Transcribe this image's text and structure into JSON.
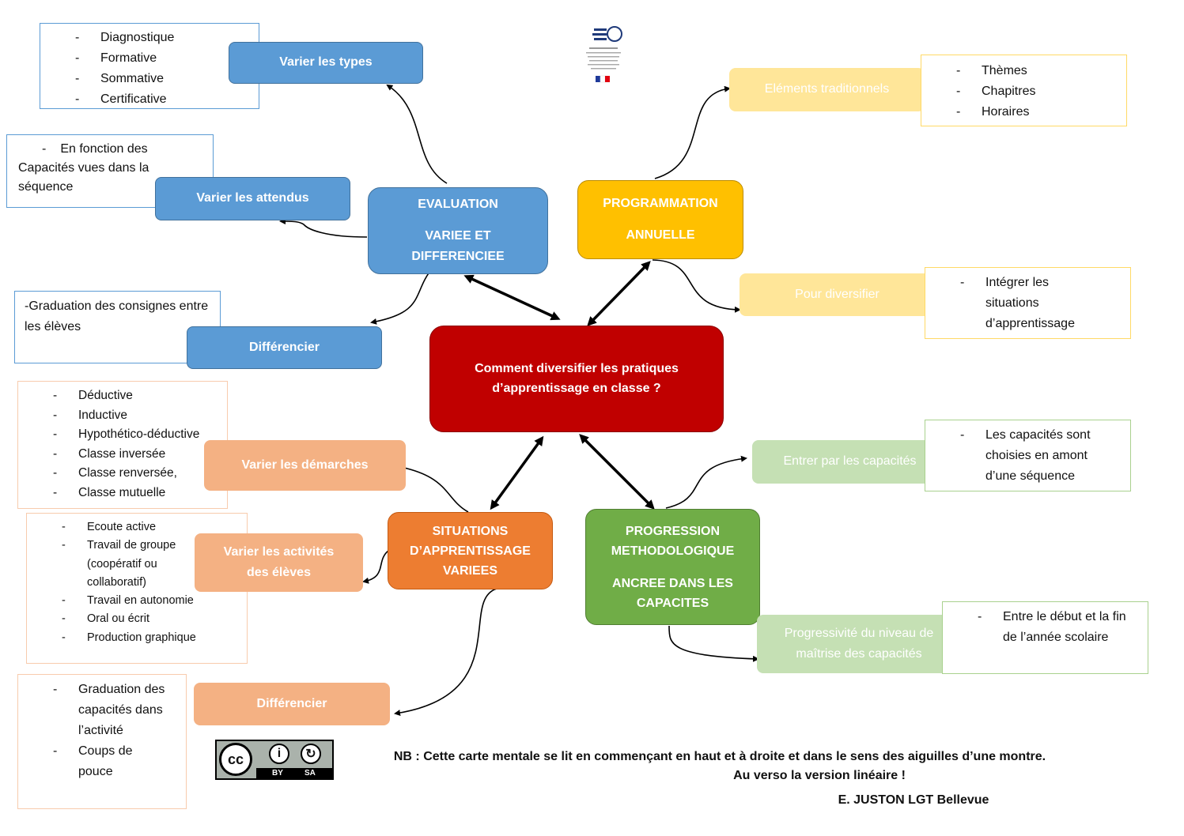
{
  "center": "Comment diversifier les pratiques d’apprentissage en classe ?",
  "evaluation": {
    "title_line1": "EVALUATION",
    "title_line2": "VARIEE ET DIFFERENCIEE",
    "branch1": "Varier les types",
    "branch2": "Varier les attendus",
    "branch3": "Différencier",
    "note1": [
      "Diagnostique",
      "Formative",
      "Sommative",
      "Certificative"
    ],
    "note2_bullet": "-",
    "note2": "En fonction des Capacités vues dans la séquence",
    "note3": "-Graduation des consignes entre les élèves"
  },
  "programmation": {
    "title_line1": "PROGRAMMATION",
    "title_line2": "ANNUELLE",
    "branch1": "Eléments traditionnels",
    "branch2": "Pour diversifier",
    "note1": [
      "Thèmes",
      "Chapitres",
      "Horaires"
    ],
    "note2": [
      "Intégrer les situations d’apprentissage"
    ]
  },
  "progression": {
    "title_line1": "PROGRESSION METHODOLOGIQUE",
    "title_line2": "ANCREE DANS LES CAPACITES",
    "branch1": "Entrer par les capacités",
    "branch2": "Progressivité du niveau de maîtrise des capacités",
    "note1": [
      "Les capacités sont choisies en amont d’une séquence"
    ],
    "note2": [
      "Entre le début et la fin de l’année scolaire"
    ]
  },
  "situations": {
    "title": "SITUATIONS D’APPRENTISSAGE VARIEES",
    "branch1": "Varier les démarches",
    "branch2": "Varier les activités des élèves",
    "branch3": "Différencier",
    "note1": [
      "Déductive",
      "Inductive",
      "Hypothético-déductive",
      "Classe inversée",
      "Classe renversée,",
      "Classe mutuelle"
    ],
    "note2": [
      "Ecoute active",
      "Travail de groupe (coopératif ou collaboratif)",
      "Travail en autonomie",
      "Oral ou écrit",
      "Production graphique"
    ],
    "note3": [
      "Graduation des capacités dans l’activité",
      "Coups de pouce"
    ]
  },
  "license": {
    "cc": "cc",
    "by": "BY",
    "sa": "SA"
  },
  "footer": {
    "nb_line1": "NB : Cette carte mentale se lit en commençant en haut et à droite et dans le sens des aiguilles d’une montre.",
    "nb_line2": "Au verso la version linéaire !",
    "author": "E. JUSTON LGT Bellevue"
  },
  "colors": {
    "evaluation": "#5b9bd5",
    "programmation": "#ffc000",
    "center": "#c00000",
    "situations": "#ed7d31",
    "progression": "#70ad47"
  }
}
